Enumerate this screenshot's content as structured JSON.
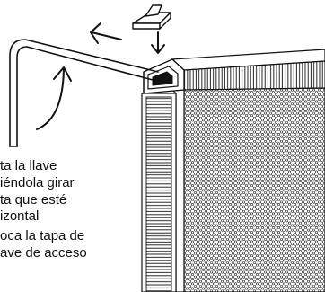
{
  "instructions": [
    "ta la llave",
    "iéndola girar",
    "ta que esté",
    "izontal",
    "oca la tapa de",
    "ave de acceso"
  ],
  "colors": {
    "line": "#111111",
    "background": "#ffffff"
  },
  "icons": {
    "cap": "access-cap-icon",
    "down_arrow": "down-arrow-icon",
    "left_arrow": "left-arrow-icon",
    "rotate_arrow": "curved-rotate-arrow-icon",
    "key": "access-key-icon"
  }
}
